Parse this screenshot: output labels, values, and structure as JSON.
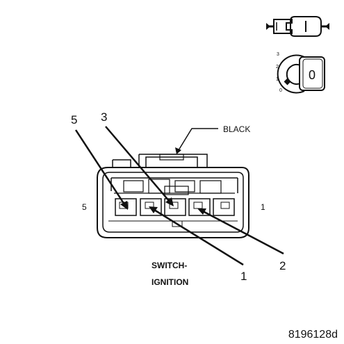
{
  "callouts": {
    "five": "5",
    "three": "3",
    "one": "1",
    "two": "2"
  },
  "connector": {
    "color_label": "BLACK",
    "side_left": "5",
    "side_right": "1",
    "caption_line1": "SWITCH-",
    "caption_line2": "IGNITION"
  },
  "key_icon": {
    "positions": [
      "3",
      "2",
      "1",
      "0"
    ],
    "key_letter": "0"
  },
  "figure_id": "8196128d"
}
